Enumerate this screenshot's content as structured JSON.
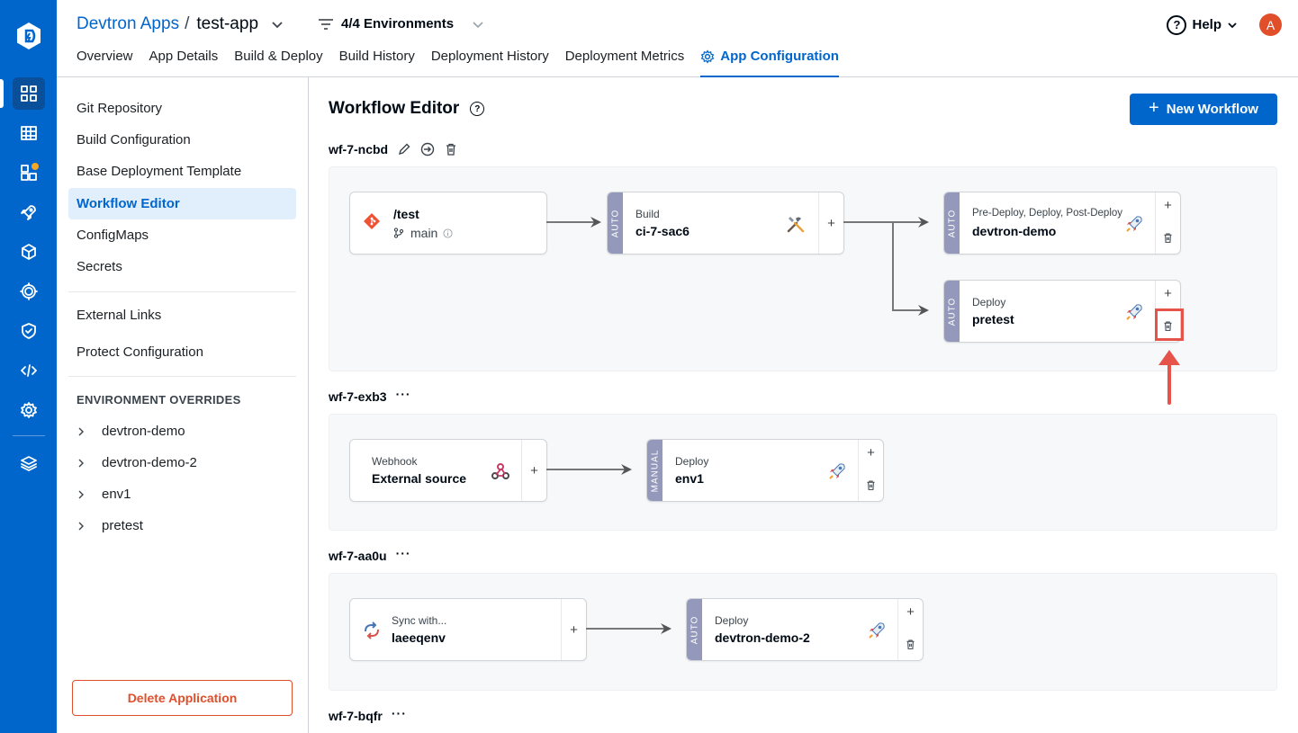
{
  "header": {
    "breadcrumb_app": "Devtron Apps",
    "breadcrumb_sep": "/",
    "app_name": "test-app",
    "env_selector": "4/4 Environments",
    "help": "Help",
    "avatar_initial": "A",
    "tabs": [
      {
        "label": "Overview"
      },
      {
        "label": "App Details"
      },
      {
        "label": "Build & Deploy"
      },
      {
        "label": "Build History"
      },
      {
        "label": "Deployment History"
      },
      {
        "label": "Deployment Metrics"
      },
      {
        "label": "App Configuration",
        "active": true
      }
    ]
  },
  "leftnav": {
    "items": [
      "Git Repository",
      "Build Configuration",
      "Base Deployment Template",
      "Workflow Editor",
      "ConfigMaps",
      "Secrets"
    ],
    "active": "Workflow Editor",
    "extra": [
      "External Links",
      "Protect Configuration"
    ],
    "overrides_heading": "ENVIRONMENT OVERRIDES",
    "environments": [
      "devtron-demo",
      "devtron-demo-2",
      "env1",
      "pretest"
    ],
    "delete_label": "Delete Application"
  },
  "main": {
    "title": "Workflow Editor",
    "new_workflow": "New Workflow",
    "workflows": [
      {
        "name": "wf-7-ncbd",
        "nodes": {
          "source_path": "/test",
          "source_branch": "main",
          "build_label": "Build",
          "build_name": "ci-7-sac6",
          "build_trigger": "AUTO",
          "cd1_label": "Pre-Deploy, Deploy, Post-Deploy",
          "cd1_name": "devtron-demo",
          "cd1_trigger": "AUTO",
          "cd2_label": "Deploy",
          "cd2_name": "pretest",
          "cd2_trigger": "AUTO"
        }
      },
      {
        "name": "wf-7-exb3",
        "nodes": {
          "webhook_label": "Webhook",
          "webhook_name": "External source",
          "cd_label": "Deploy",
          "cd_name": "env1",
          "cd_trigger": "MANUAL"
        }
      },
      {
        "name": "wf-7-aa0u",
        "nodes": {
          "sync_label": "Sync with...",
          "sync_name": "laeeqenv",
          "cd_label": "Deploy",
          "cd_name": "devtron-demo-2",
          "cd_trigger": "AUTO"
        }
      },
      {
        "name": "wf-7-bqfr"
      }
    ],
    "node_action_plus": "+",
    "more_dots": "···"
  },
  "colors": {
    "brand": "#0066cc",
    "trigger_strip": "#9499bb",
    "danger": "#e04e2a",
    "annotation": "#e5534b"
  }
}
